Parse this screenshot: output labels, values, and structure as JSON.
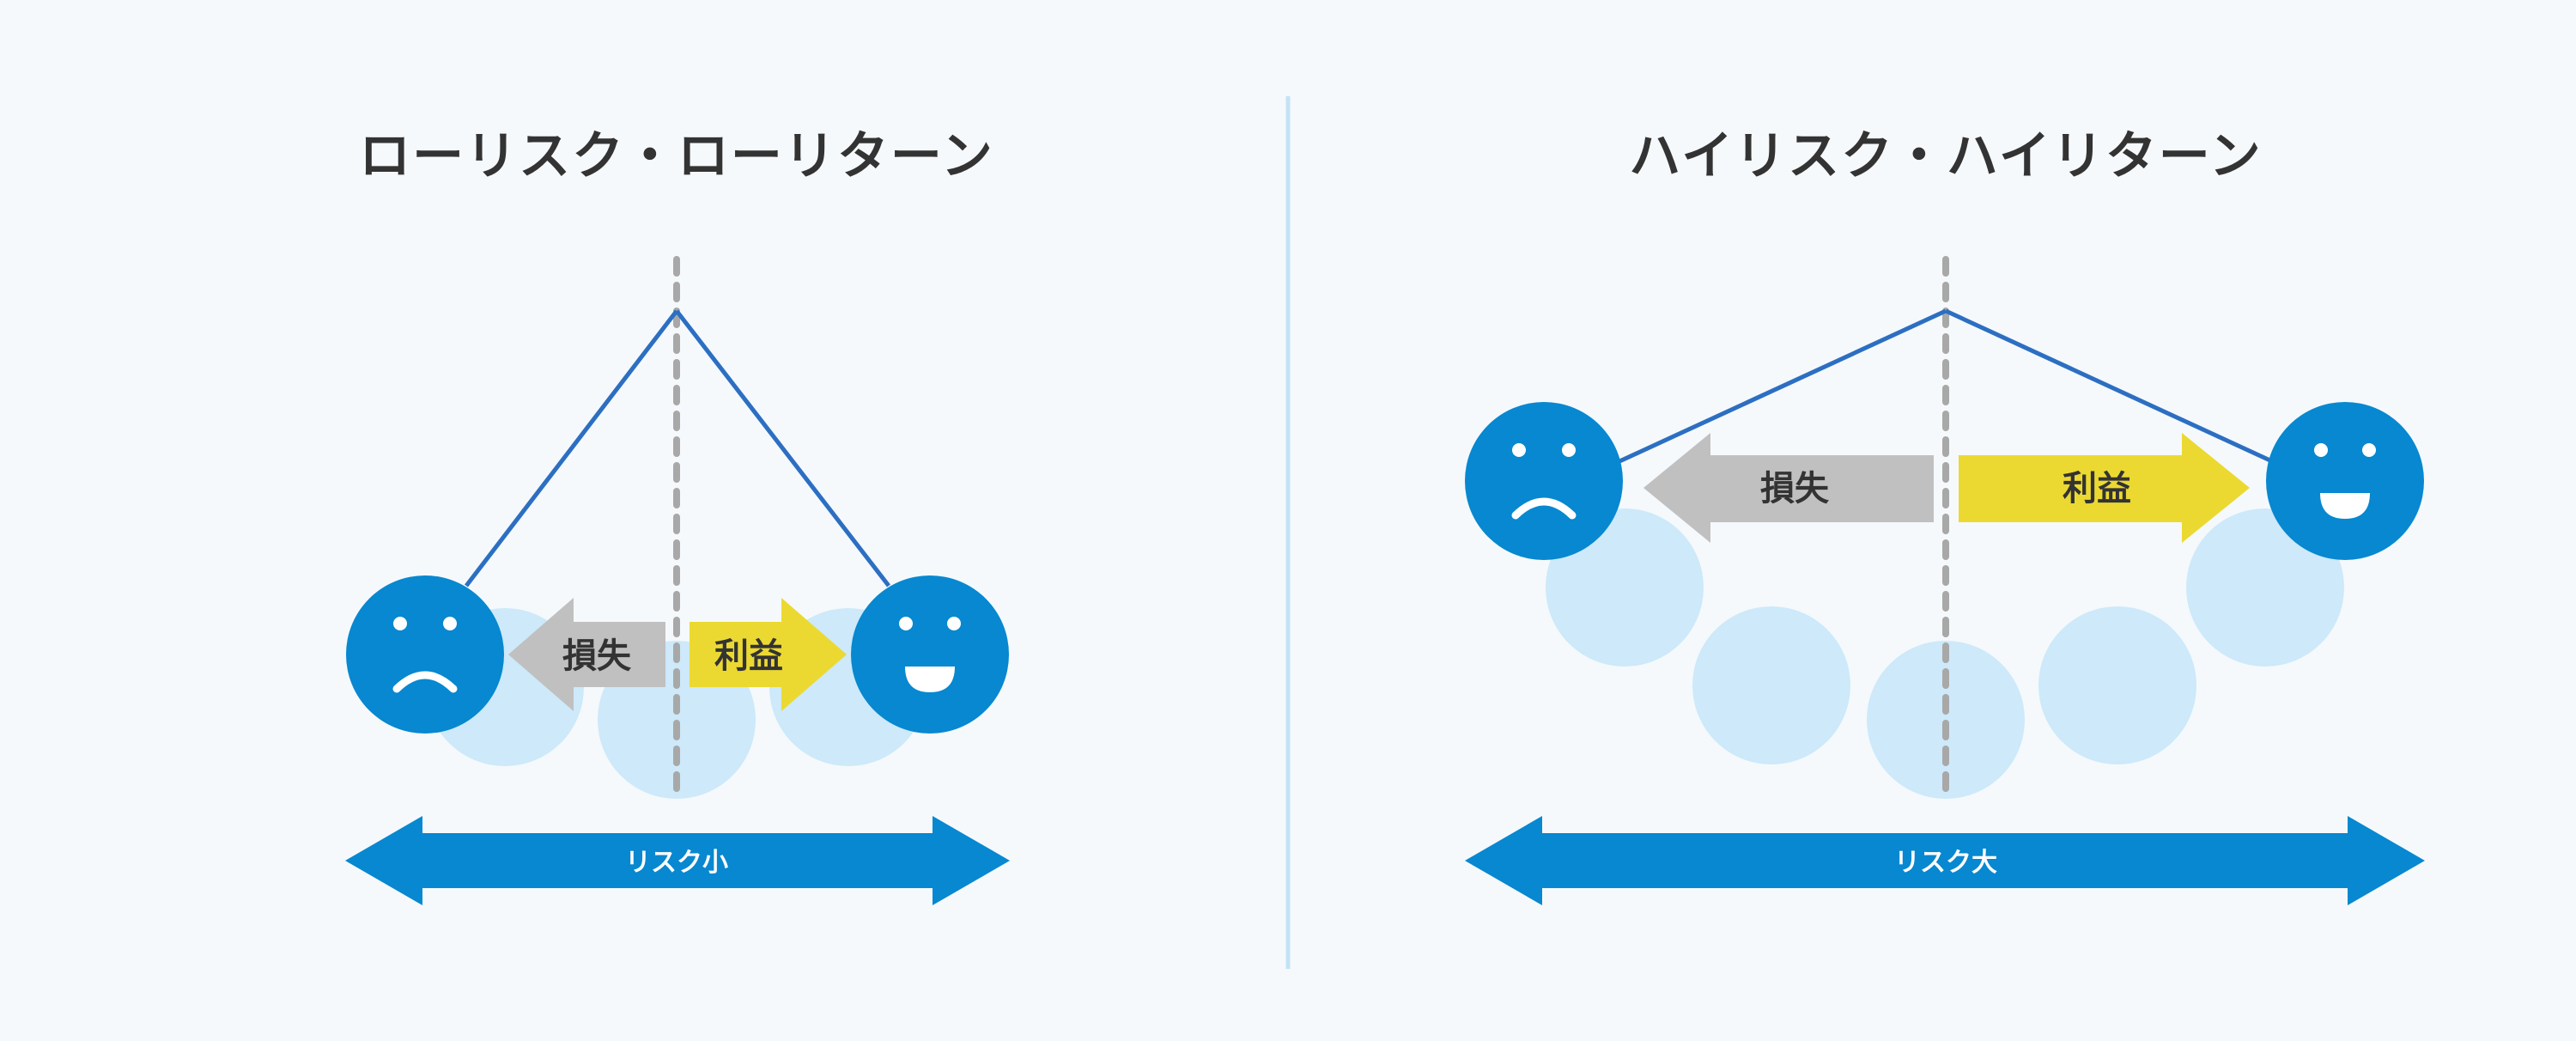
{
  "colors": {
    "background": "#f5f9fc",
    "primary_blue": "#0788d0",
    "ball_light": "#cde9fa",
    "string_line": "#2c6fc2",
    "center_dash": "#a8a8a8",
    "loss_gray": "#c0c0c0",
    "profit_yellow": "#ebd932",
    "divider": "#c3e3f5",
    "title_text": "#333333"
  },
  "left_panel": {
    "title": "ローリスク・ローリターン",
    "loss_label": "損失",
    "profit_label": "利益",
    "risk_label": "リスク小",
    "loss_face_icon": "sad-face-icon",
    "profit_face_icon": "happy-face-icon"
  },
  "right_panel": {
    "title": "ハイリスク・ハイリターン",
    "loss_label": "損失",
    "profit_label": "利益",
    "risk_label": "リスク大",
    "loss_face_icon": "sad-face-icon",
    "profit_face_icon": "happy-face-icon"
  }
}
